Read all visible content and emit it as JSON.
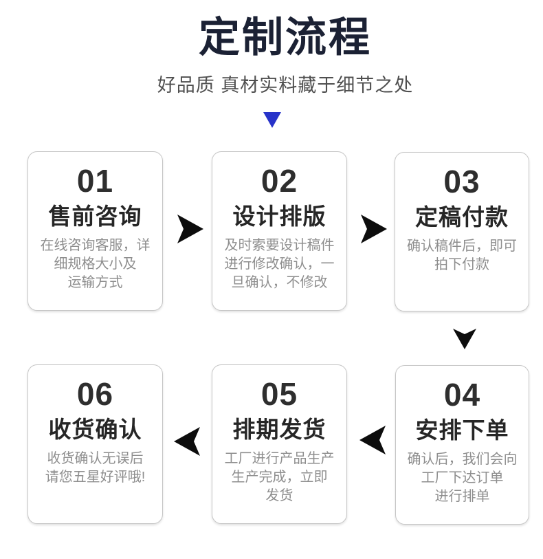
{
  "header": {
    "title": "定制流程",
    "subtitle": "好品质 真材实料藏于细节之处"
  },
  "colors": {
    "title": "#1b2134",
    "subtitle": "#4f4f4f",
    "blue_pointer": "#2733c9",
    "flow_arrow": "#0d0d0d",
    "card_border": "#c6c6c6",
    "number_text": "#2e2e2e",
    "step_title_text": "#262626",
    "desc_text": "#8e8e8e"
  },
  "steps": [
    {
      "number": "01",
      "title": "售前咨询",
      "desc": "在线咨询客服，详\n细规格大小及\n运输方式"
    },
    {
      "number": "02",
      "title": "设计排版",
      "desc": "及时索要设计稿件\n进行修改确认，一\n旦确认，不修改"
    },
    {
      "number": "03",
      "title": "定稿付款",
      "desc": "确认稿件后，即可\n拍下付款"
    },
    {
      "number": "04",
      "title": "安排下单",
      "desc": "确认后，我们会向\n工厂下达订单\n进行排单"
    },
    {
      "number": "05",
      "title": "排期发货",
      "desc": "工厂进行产品生产\n生产完成，立即\n发货"
    },
    {
      "number": "06",
      "title": "收货确认",
      "desc": "收货确认无误后\n请您五星好评哦!"
    }
  ],
  "flow": {
    "arrows": [
      {
        "from": "01",
        "to": "02",
        "direction": "right"
      },
      {
        "from": "02",
        "to": "03",
        "direction": "right"
      },
      {
        "from": "03",
        "to": "04",
        "direction": "down"
      },
      {
        "from": "04",
        "to": "05",
        "direction": "left"
      },
      {
        "from": "05",
        "to": "06",
        "direction": "left"
      }
    ]
  }
}
